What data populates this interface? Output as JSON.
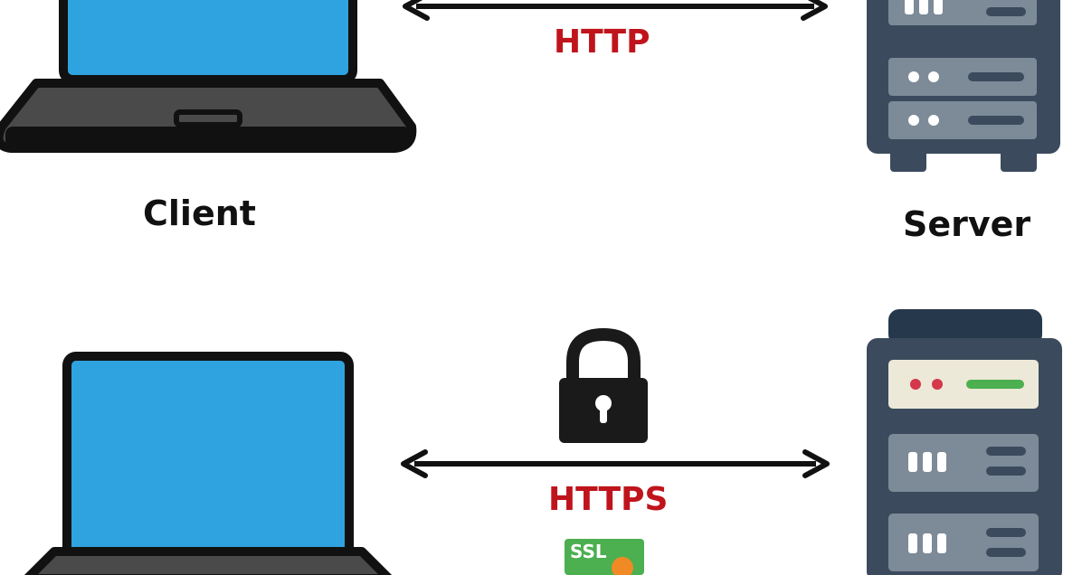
{
  "top": {
    "protocol_label": "HTTP",
    "client_label": "Client",
    "server_label": "Server"
  },
  "bottom": {
    "protocol_label": "HTTPS",
    "badge_label": "SSL"
  },
  "colors": {
    "protocol_text": "#c0141c",
    "laptop_screen": "#2fa3e0",
    "laptop_outline": "#111111",
    "laptop_base": "#4a4a4a",
    "server_body": "#3b4a5c",
    "server_panel": "#7d8a98",
    "secure_panel": "#ece9d8",
    "led_red": "#d4384a",
    "led_green": "#4caf50",
    "badge_green": "#4caf50",
    "badge_orange": "#f08a24"
  },
  "icons": {
    "top_laptop": "laptop-icon",
    "top_server": "server-icon",
    "bottom_laptop": "laptop-icon",
    "bottom_server": "secure-server-icon",
    "lock": "padlock-icon",
    "badge": "ssl-badge-icon"
  }
}
